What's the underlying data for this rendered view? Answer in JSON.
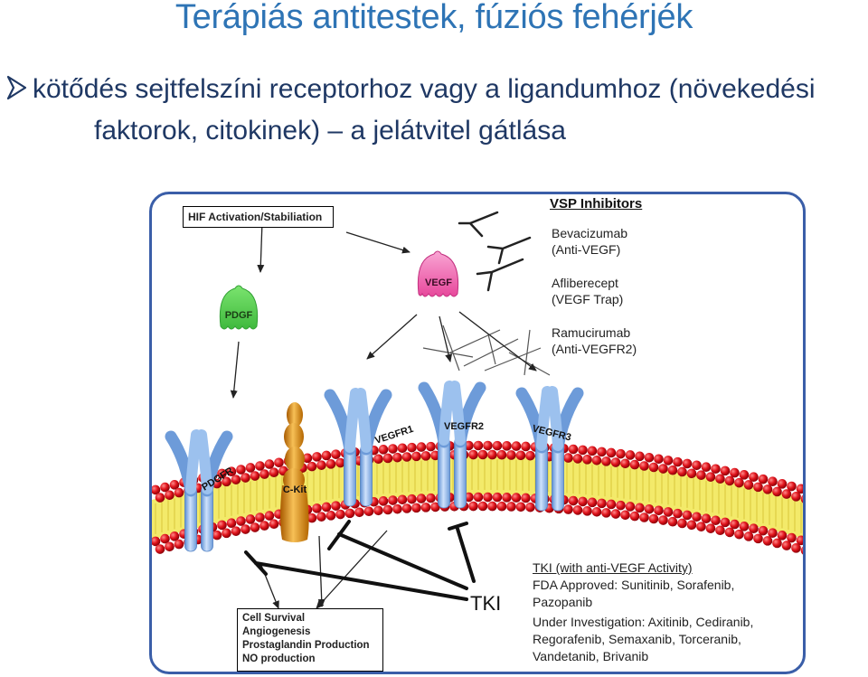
{
  "title": "Terápiás antitestek, fúziós fehérjék",
  "bullet": {
    "line1": "kötődés sejtfelszíni receptorhoz vagy a ligandumhoz (növekedési",
    "line2": "faktorok, citokinek) – a jelátvitel gátlása"
  },
  "diagram": {
    "hif_box": "HIF Activation/Stabiliation",
    "pdgf_label": "PDGF",
    "vegf_label": "VEGF",
    "vsp_heading": "VSP Inhibitors",
    "drug_1_name": "Bevacizumab",
    "drug_1_target": "(Anti-VEGF)",
    "drug_2_name": "Afliberecept",
    "drug_2_target": "(VEGF Trap)",
    "drug_3_name": "Ramucirumab",
    "drug_3_target": "(Anti-VEGFR2)",
    "receptor_pdgfr": "PDGFR",
    "receptor_ckit": "C-Kit",
    "receptor_vegfr1": "VEGFR1",
    "receptor_vegfr2": "VEGFR2",
    "receptor_vegfr3": "VEGFR3",
    "tki_label": "TKI",
    "tki_heading": "TKI (with anti-VEGF Activity)",
    "tki_lines": [
      "FDA Approved: Sunitinib, Sorafenib,",
      "Pazopanib",
      "Under Investigation: Axitinib, Cediranib,",
      "Regorafenib, Semaxanib, Torceranib,",
      "Vandetanib, Brivanib"
    ],
    "outcomes": [
      "Cell Survival",
      "Angiogenesis",
      "Prostaglandin Production",
      "NO production"
    ],
    "colors": {
      "title": "#2e74b5",
      "bullet_text": "#1f3864",
      "panel_border": "#3a5ea8",
      "membrane_head": "#d8141e",
      "membrane_tail": "#f3e85a",
      "receptor": "#8fb8e8",
      "ckit": "#d98a10",
      "pdgf": "#5fd35a",
      "vegf": "#ef6fb5"
    },
    "icons": [
      "bullet-arrow-icon",
      "antibody-icon",
      "receptor-icon",
      "inhibition-bar-icon"
    ]
  }
}
